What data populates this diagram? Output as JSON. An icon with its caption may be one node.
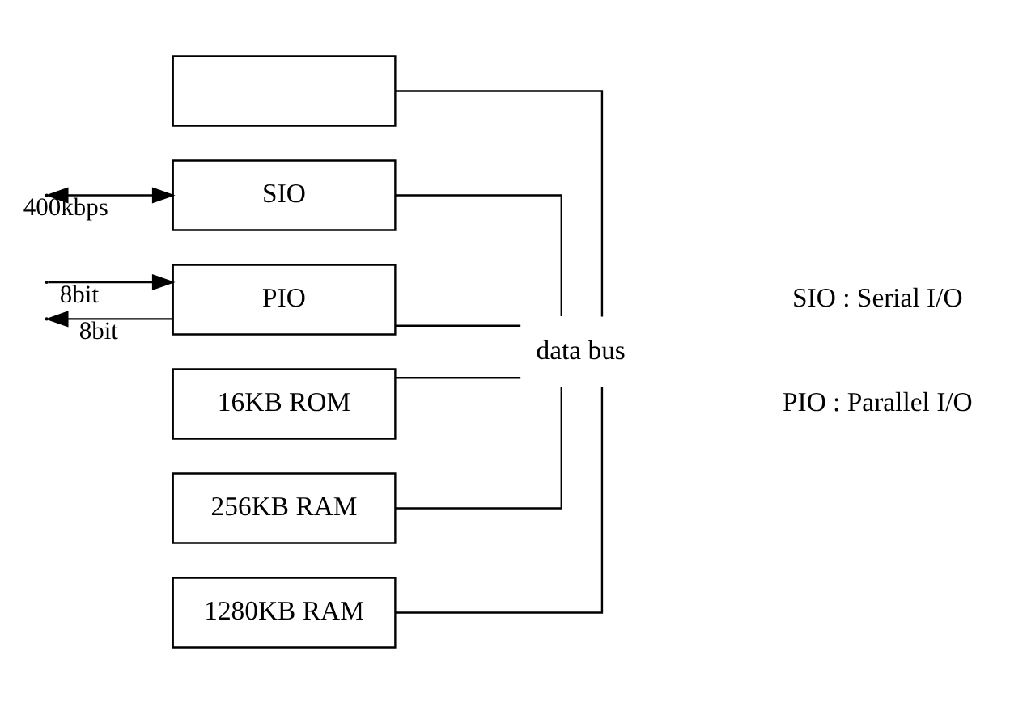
{
  "diagram": {
    "nodes": [
      {
        "text": [],
        "shape": "box"
      },
      {
        "text": [
          "SIO"
        ]
      },
      {
        "text": [
          "PIO"
        ]
      },
      {
        "text": [
          "16KB ROM"
        ]
      },
      {
        "text": [
          "256KB RAM"
        ]
      },
      {
        "text": [
          "1280KB RAM"
        ]
      },
      {
        "text": [
          "data bus"
        ]
      }
    ],
    "edges": [
      {
        "from": 0,
        "to": 6,
        "arrow": "none"
      },
      {
        "from": 1,
        "to": 6,
        "arrow": "none"
      },
      {
        "from": 2,
        "to": 6,
        "arrow": "none"
      },
      {
        "from": 3,
        "to": 6,
        "arrow": "none"
      },
      {
        "from": 4,
        "to": 6,
        "arrow": "none"
      },
      {
        "from": 5,
        "to": 6,
        "arrow": "none"
      },
      {
        "from": null,
        "to": 1,
        "arrow": "both",
        "label": "400kbps"
      },
      {
        "from": null,
        "to": 2,
        "arrow": "to",
        "label": "8bit"
      },
      {
        "from": 2,
        "to": null,
        "arrow": "to",
        "label": "8bit"
      }
    ],
    "labels": [
      "SIO : Serial I/O",
      "PIO : Parallel I/O"
    ]
  }
}
